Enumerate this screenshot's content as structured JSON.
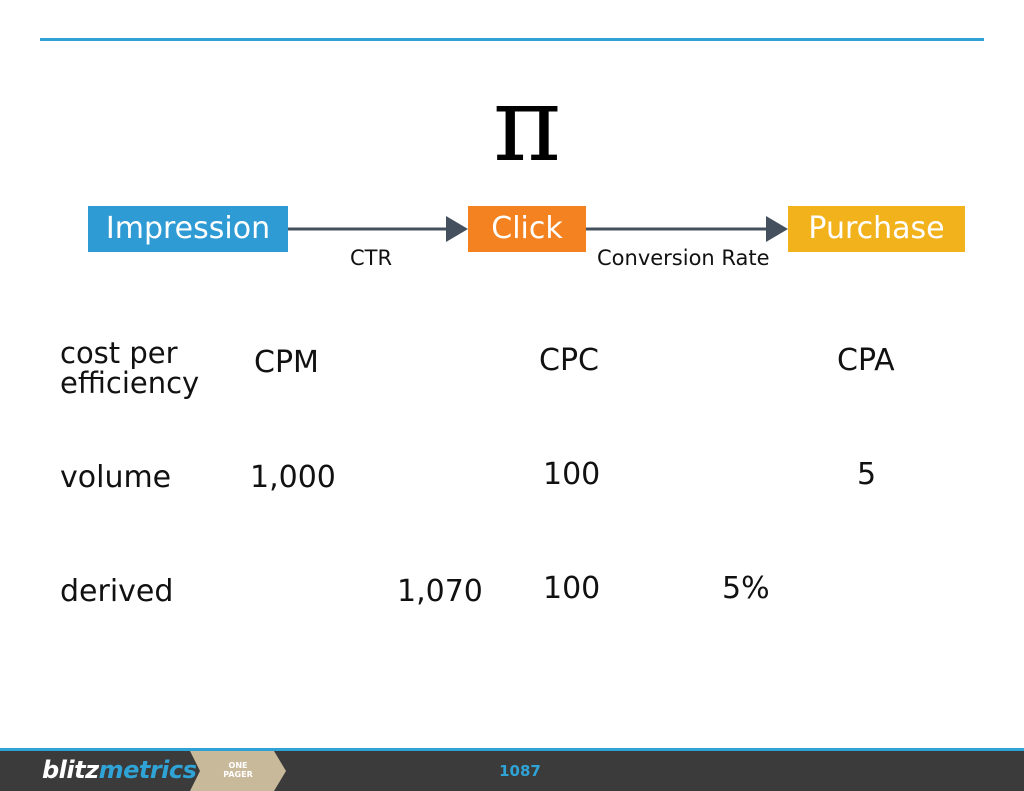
{
  "symbol": "π",
  "colors": {
    "accent": "#2fa3d6",
    "impression": "#2f9bd4",
    "click": "#f58220",
    "purchase": "#f2b21b",
    "arrow": "#44505e",
    "footer_bg": "#3b3b3b",
    "tag": "#c9b99b"
  },
  "funnel": {
    "stages": [
      "Impression",
      "Click",
      "Purchase"
    ],
    "links": [
      "CTR",
      "Conversion Rate"
    ]
  },
  "table": {
    "row_labels": [
      "cost per\nefficiency",
      "volume",
      "derived"
    ],
    "cost": [
      "CPM",
      "CPC",
      "CPA"
    ],
    "volume": [
      "1,000",
      "100",
      "5"
    ],
    "derived": [
      "1,070",
      "100",
      "5%"
    ]
  },
  "footer": {
    "brand_part1": "blitz",
    "brand_part2": "metrics",
    "tag_line1": "ONE",
    "tag_line2": "PAGER",
    "page_number": "1087"
  }
}
